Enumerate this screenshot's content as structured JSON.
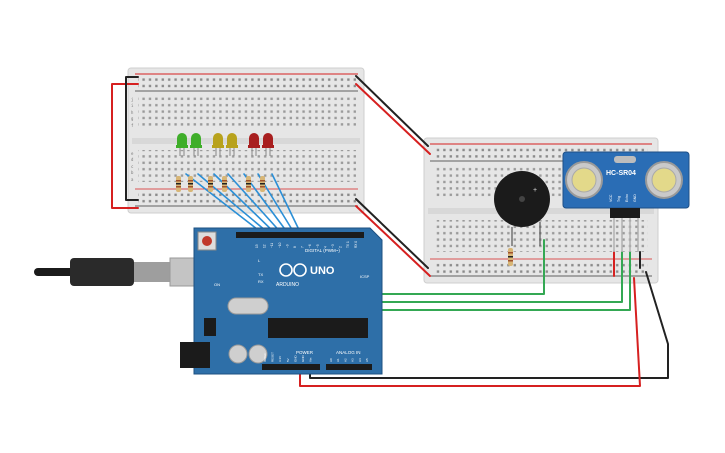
{
  "arduino": {
    "logo_text": "UNO",
    "brand_text": "ARDUINO",
    "digital_label": "DIGITAL (PWM~)",
    "power_label": "POWER",
    "analog_label": "ANALOG IN",
    "tx_label": "TX",
    "rx_label": "RX",
    "on_label": "ON",
    "l_label": "L",
    "aref_label": "AREF",
    "gnd_label": "GND",
    "icsp_label": "ICSP",
    "pin_labels": [
      "13",
      "12",
      "~11",
      "~10",
      "~9",
      "8",
      "7",
      "~6",
      "~5",
      "4",
      "~3",
      "2",
      "TX 1",
      "RX 0"
    ],
    "power_pins": [
      "IOREF",
      "RESET",
      "3.3V",
      "5V",
      "GND",
      "GND",
      "Vin"
    ],
    "analog_pins": [
      "A0",
      "A1",
      "A2",
      "A3",
      "A4",
      "A5"
    ]
  },
  "sensor": {
    "model": "HC-SR04",
    "pins": [
      "VCC",
      "Trig",
      "Echo",
      "GND"
    ]
  },
  "breadboard": {
    "row_letters_top": [
      "j",
      "i",
      "h",
      "g",
      "f"
    ],
    "row_letters_bottom": [
      "e",
      "d",
      "c",
      "b",
      "a"
    ]
  },
  "leds": [
    {
      "color": "#3fae2a"
    },
    {
      "color": "#3fae2a"
    },
    {
      "color": "#b8a21c"
    },
    {
      "color": "#b8a21c"
    },
    {
      "color": "#a81f1f"
    },
    {
      "color": "#a81f1f"
    }
  ],
  "colors": {
    "breadboard": "#e8e8e8",
    "arduino": "#2e6fa8",
    "wire_red": "#d62020",
    "wire_black": "#222222",
    "wire_green": "#34a853",
    "wire_blue": "#2b8fd6",
    "sensor_board": "#2a6db5"
  }
}
